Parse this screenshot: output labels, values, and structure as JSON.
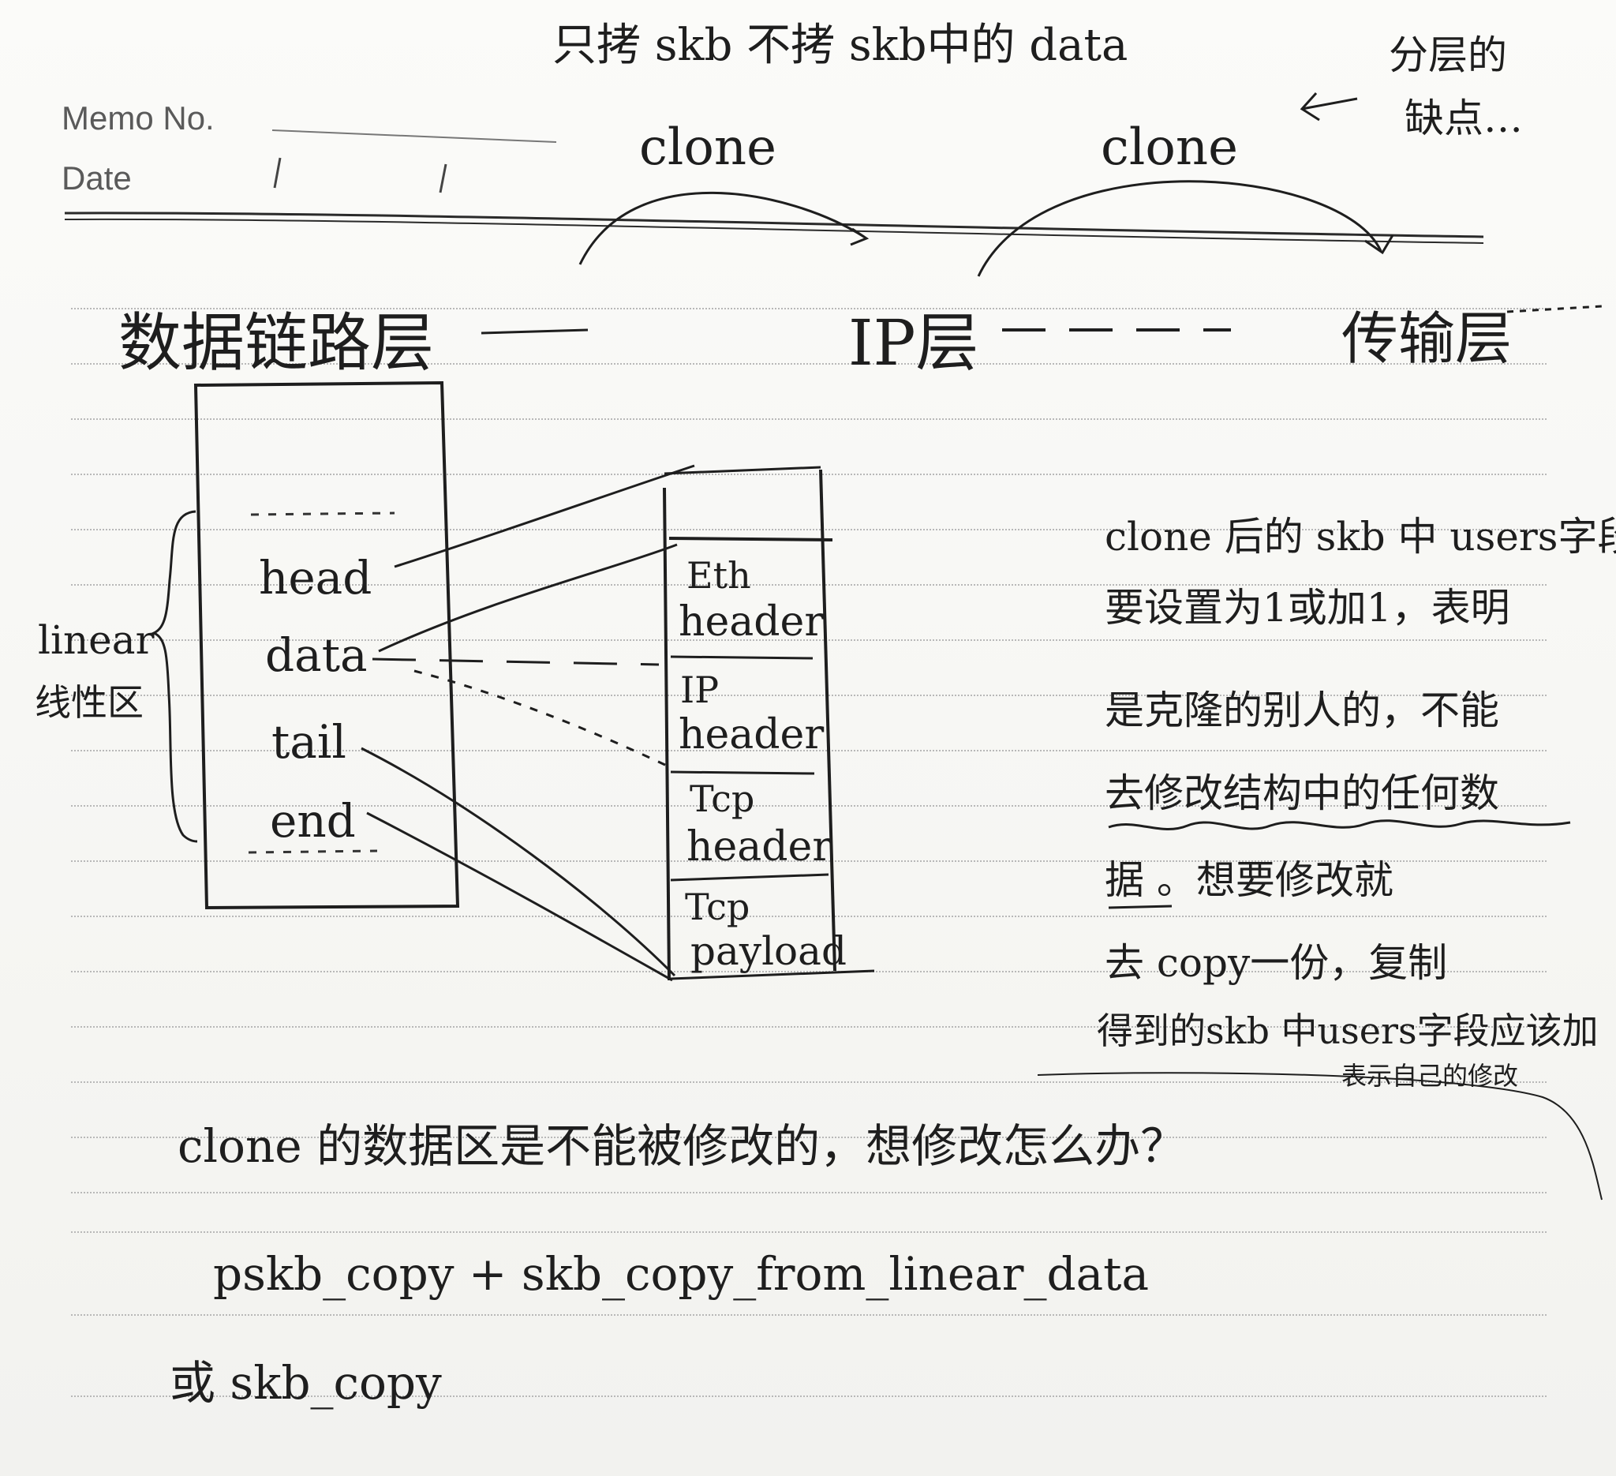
{
  "header": {
    "memo_label": "Memo No.",
    "date_label": "Date",
    "top_note": "只拷 skb 不拷 skb中的 data",
    "corner_note_line1": "分层的",
    "corner_note_line2": "缺点…"
  },
  "layers": {
    "clone_label_1": "clone",
    "clone_label_2": "clone",
    "data_link": "数据链路层",
    "ip": "IP层",
    "transport": "传输层"
  },
  "skb": {
    "linear_label": "linear",
    "linear_cn": "线性区",
    "fields": [
      "head",
      "data",
      "tail",
      "end"
    ]
  },
  "packet": {
    "segments": [
      {
        "line1": "Eth",
        "line2": "header"
      },
      {
        "line1": "IP",
        "line2": "header"
      },
      {
        "line1": "Tcp",
        "line2": "header"
      },
      {
        "line1": "Tcp",
        "line2": "payload"
      }
    ]
  },
  "notes": {
    "lines": [
      "clone 后的 skb 中 users字段",
      "要设置为1或加1，表明",
      "是克隆的别人的，不能",
      "去修改结构中的任何数",
      "据 。想要修改就",
      "去 copy一份，复制",
      "得到的skb 中users字段应该加",
      "表示自己的修改"
    ]
  },
  "bottom": {
    "question": "clone 的数据区是不能被修改的，想修改怎么办？",
    "answer1": "pskb_copy + skb_copy_from_linear_data",
    "answer2": "或 skb_copy"
  }
}
